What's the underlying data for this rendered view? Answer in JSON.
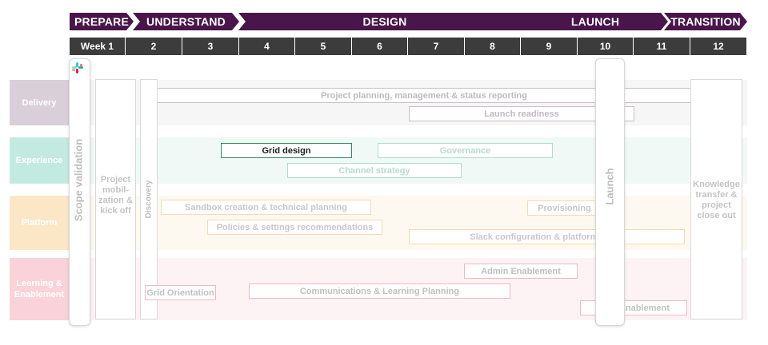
{
  "phases": [
    "PREPARE",
    "UNDERSTAND",
    "DESIGN",
    "LAUNCH",
    "TRANSITION"
  ],
  "weeks": [
    "Week 1",
    "2",
    "3",
    "4",
    "5",
    "6",
    "7",
    "8",
    "9",
    "10",
    "11",
    "12"
  ],
  "rows": [
    {
      "label": "Delivery",
      "color": "#d9cfd9",
      "band": "#f7f6f7"
    },
    {
      "label": "Experience",
      "color": "#c3eae0",
      "band": "#f1f9f7"
    },
    {
      "label": "Platform",
      "color": "#fbe7c6",
      "band": "#fdf9f1"
    },
    {
      "label": "Learning & Enablement",
      "color": "#f9d2da",
      "band": "#fdf3f5"
    }
  ],
  "scope_validation": "Scope validation",
  "kickoff": "Project mobil-zation & kick off",
  "discovery": "Discovery",
  "launch": "Launch",
  "knowledge_transfer": "Knowledge transfer & project close out",
  "logo_icon": "slack-logo-icon",
  "activities": {
    "project_planning": "Project planning, management & status reporting",
    "launch_readiness": "Launch readiness",
    "grid_design": "Grid design",
    "governance": "Governance",
    "channel_strategy": "Channel strategy",
    "sandbox": "Sandbox creation & technical planning",
    "provisioning": "Provisioning",
    "policies": "Policies & settings recommendations",
    "slack_config": "Slack configuration & platform setup",
    "admin_enablement": "Admin Enablement",
    "grid_orientation": "Grid Orientation",
    "comms_learning": "Communications & Learning Planning",
    "user_enablement": "User Enablement"
  }
}
